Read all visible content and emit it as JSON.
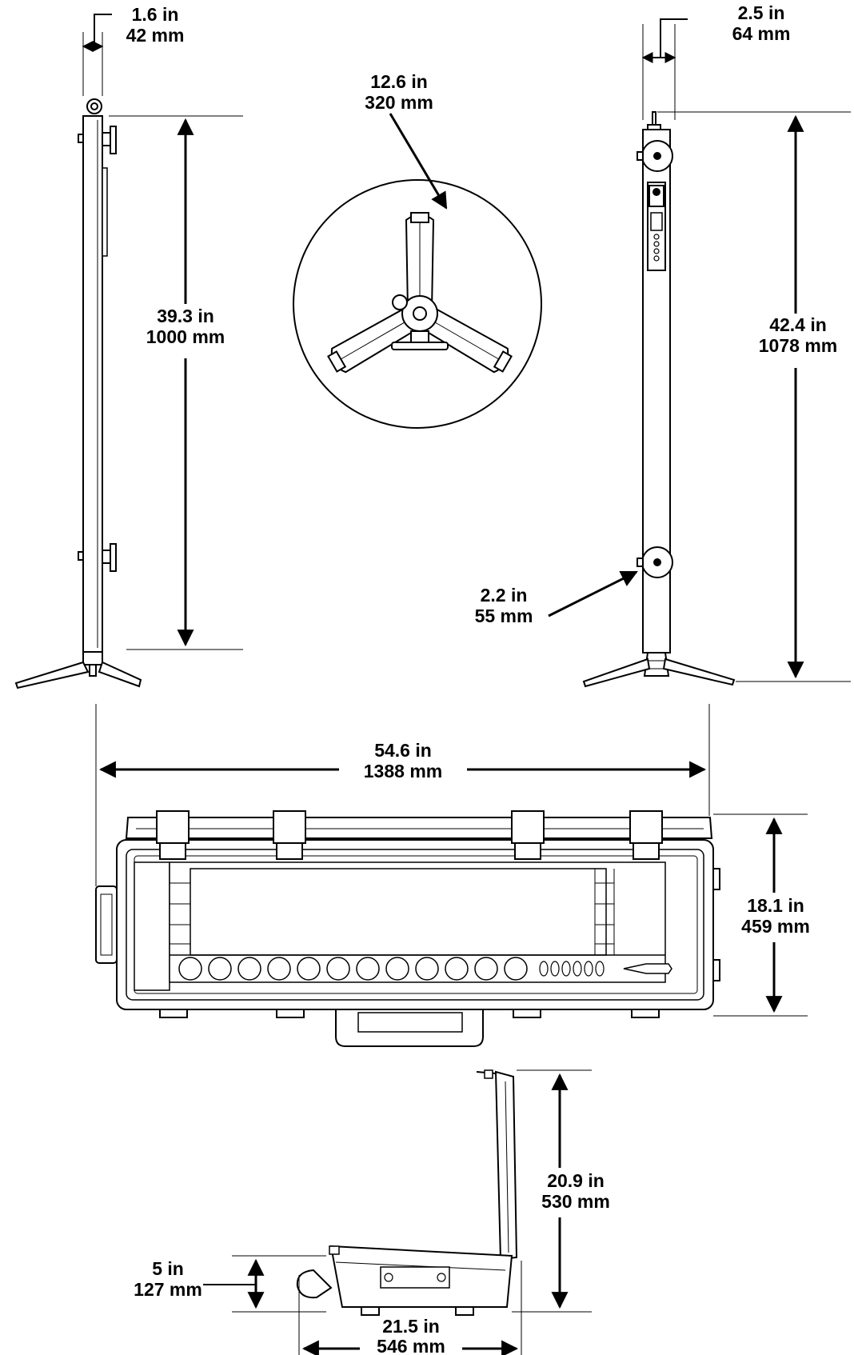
{
  "colors": {
    "line": "#000000",
    "background": "#ffffff"
  },
  "dimensions": {
    "pole_width": {
      "in": "1.6 in",
      "mm": "42 mm"
    },
    "pole_height": {
      "in": "39.3 in",
      "mm": "1000 mm"
    },
    "tripod_span": {
      "in": "12.6 in",
      "mm": "320 mm"
    },
    "light_width": {
      "in": "2.5 in",
      "mm": "64 mm"
    },
    "light_height": {
      "in": "42.4 in",
      "mm": "1078 mm"
    },
    "knob_diameter": {
      "in": "2.2 in",
      "mm": "55 mm"
    },
    "case_length": {
      "in": "54.6 in",
      "mm": "1388 mm"
    },
    "case_depth": {
      "in": "18.1 in",
      "mm": "459 mm"
    },
    "open_height": {
      "in": "20.9 in",
      "mm": "530 mm"
    },
    "base_height": {
      "in": "5 in",
      "mm": "127 mm"
    },
    "base_width": {
      "in": "21.5 in",
      "mm": "546 mm"
    }
  }
}
